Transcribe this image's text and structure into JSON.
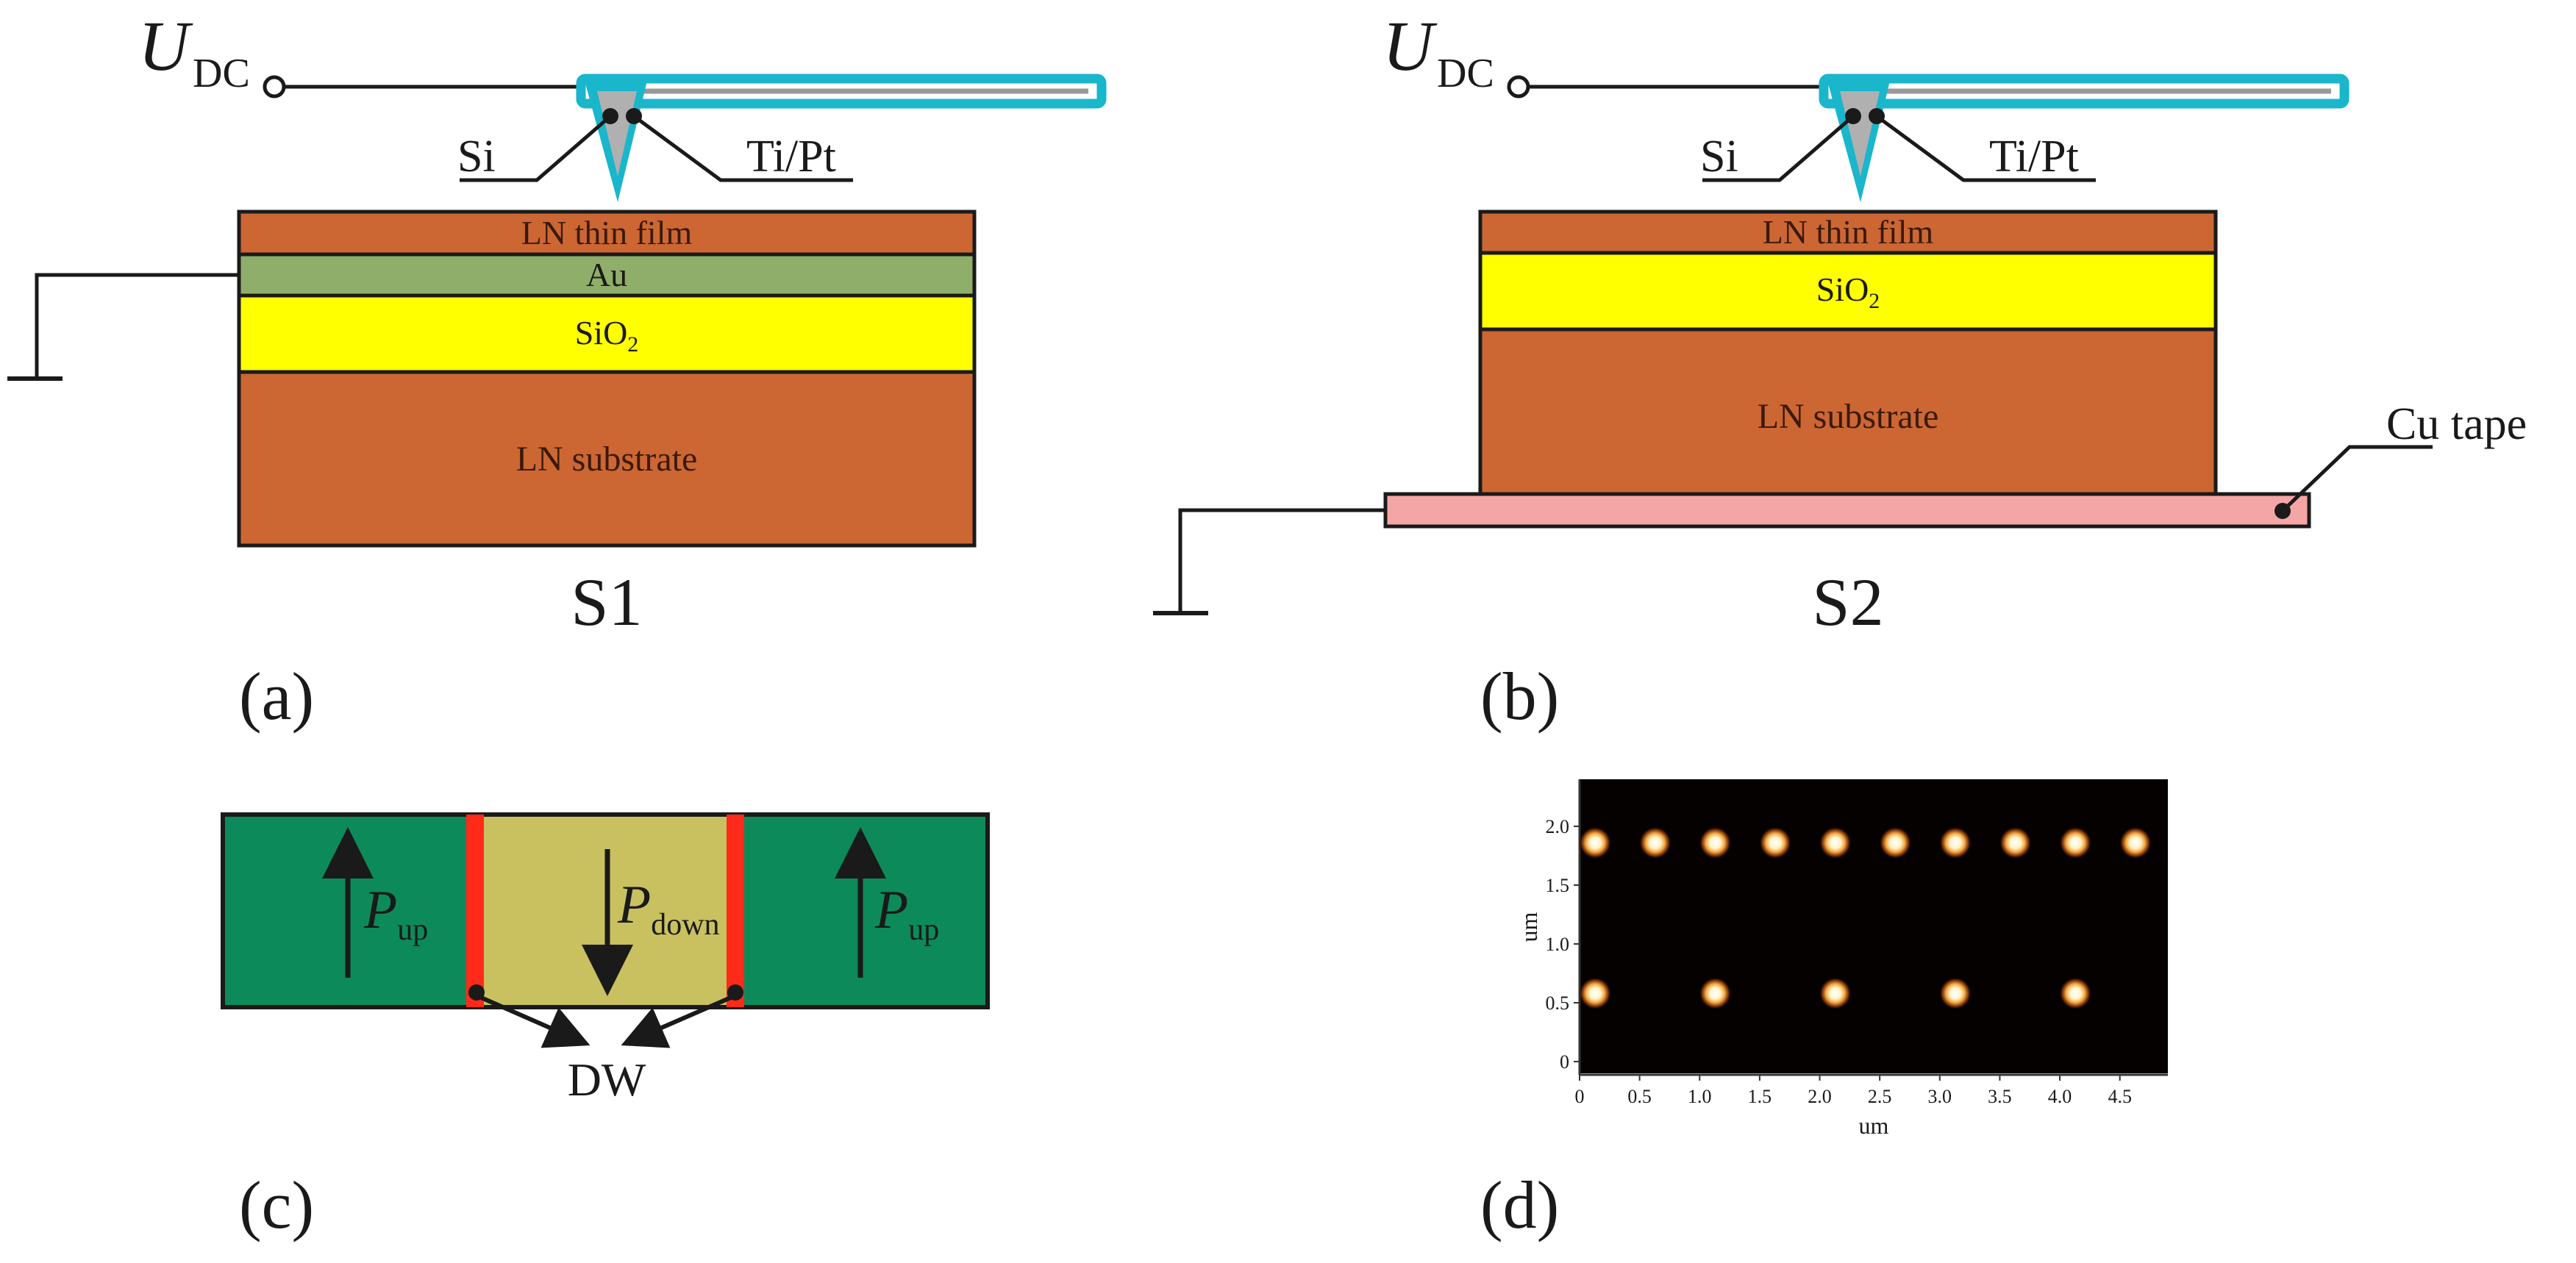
{
  "colors": {
    "ln_orange": "#cc6633",
    "au_green": "#8fae6a",
    "sio2_yellow": "#ffff00",
    "cantilever_cyan": "#19b6cc",
    "cu_tape_pink": "#f4a6a6",
    "domain_green": "#0d8a5a",
    "domain_khaki": "#c9c060",
    "wall_red": "#ff2a1a",
    "line_black": "#1a1a1a"
  },
  "panel_a": {
    "voltage_symbol": "U",
    "voltage_subscript": "DC",
    "tip_label_left": "Si",
    "tip_label_right": "Ti/Pt",
    "layers": {
      "top": "LN thin film",
      "metal": "Au",
      "oxide_base": "SiO",
      "oxide_sub": "2",
      "substrate": "LN substrate"
    },
    "sample_name": "S1",
    "panel_label": "(a)"
  },
  "panel_b": {
    "voltage_symbol": "U",
    "voltage_subscript": "DC",
    "tip_label_left": "Si",
    "tip_label_right": "Ti/Pt",
    "layers": {
      "top": "LN thin film",
      "oxide_base": "SiO",
      "oxide_sub": "2",
      "substrate": "LN substrate"
    },
    "tape_label": "Cu tape",
    "sample_name": "S2",
    "panel_label": "(b)"
  },
  "panel_c": {
    "pol_symbol": "P",
    "sub_up": "up",
    "sub_down": "down",
    "wall_label": "DW",
    "panel_label": "(c)"
  },
  "panel_d": {
    "panel_label": "(d)",
    "x_axis_label": "um",
    "y_axis_label": "um",
    "x_ticks": [
      "0",
      "0.5",
      "1.0",
      "1.5",
      "2.0",
      "2.5",
      "3.0",
      "3.5",
      "4.0",
      "4.5"
    ],
    "y_ticks": [
      "0",
      "0.5",
      "1.0",
      "1.5",
      "2.0"
    ],
    "x_range": [
      0,
      4.9
    ],
    "y_range": [
      -0.1,
      2.4
    ],
    "dot_rows": [
      {
        "y": 1.86,
        "x": [
          0.13,
          0.63,
          1.13,
          1.63,
          2.13,
          2.63,
          3.13,
          3.63,
          4.13,
          4.63
        ]
      },
      {
        "y": 0.58,
        "x": [
          0.13,
          1.13,
          2.13,
          3.13,
          4.13
        ]
      }
    ]
  }
}
